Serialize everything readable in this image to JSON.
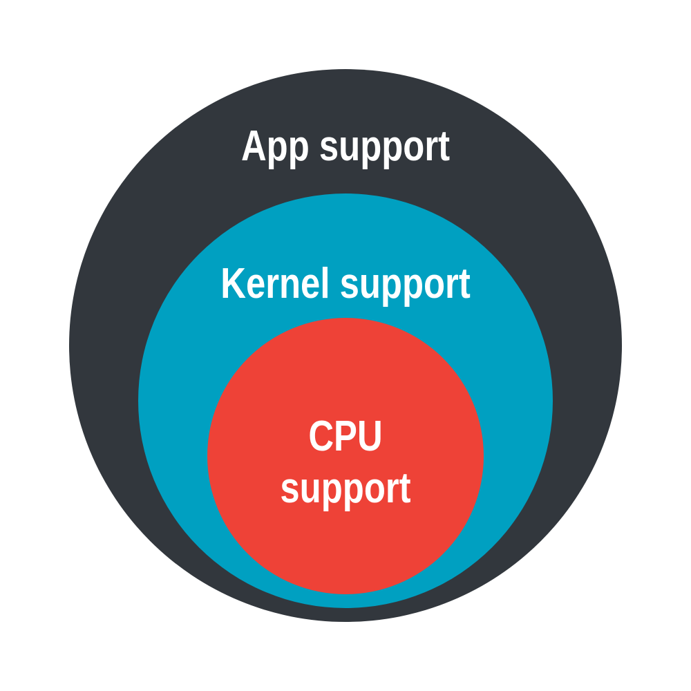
{
  "diagram": {
    "type": "nested-circles",
    "layers": [
      {
        "id": "app",
        "label": "App support",
        "color": "#32373d"
      },
      {
        "id": "kernel",
        "label": "Kernel support",
        "color": "#00a0c1"
      },
      {
        "id": "cpu",
        "label_lines": [
          "CPU",
          "support"
        ],
        "color": "#ee4237"
      }
    ]
  }
}
